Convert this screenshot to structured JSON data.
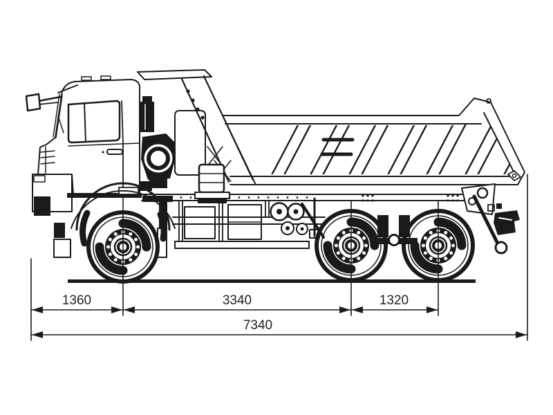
{
  "diagram": {
    "type": "technical-drawing",
    "subject": "dump truck side view with dimensions",
    "colors": {
      "line": "#1a1a1a",
      "background": "#ffffff"
    },
    "dimensions": {
      "front_overhang": "1360",
      "wheelbase": "3340",
      "rear_axle_spacing": "1320",
      "overall_length": "7340"
    }
  }
}
